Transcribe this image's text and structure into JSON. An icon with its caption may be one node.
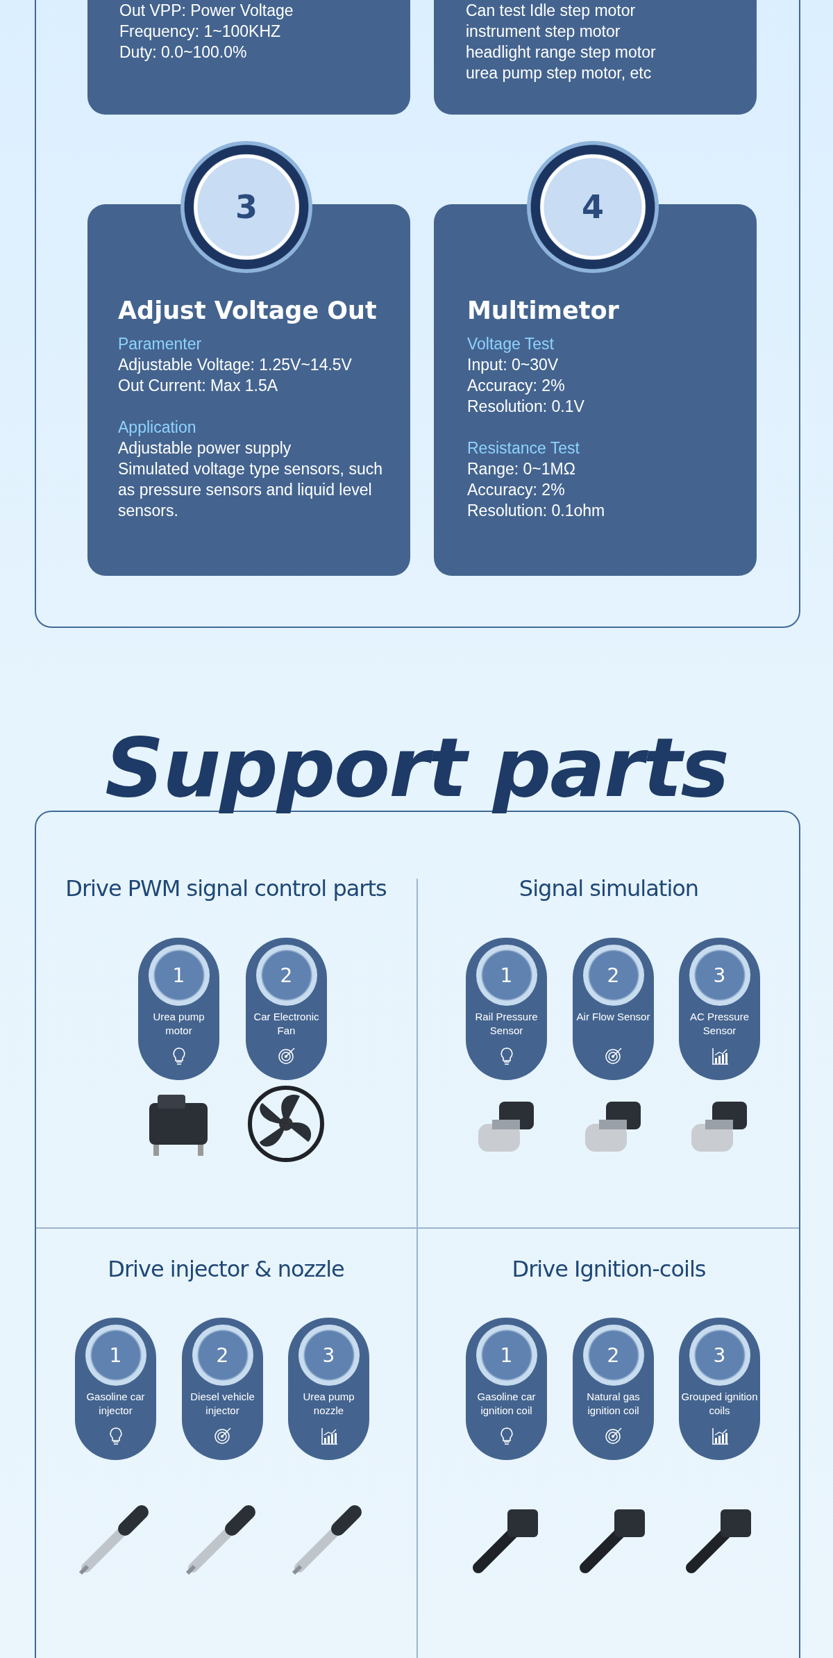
{
  "diagram": {
    "title": "Support parts",
    "nodes": [
      {
        "text": [],
        "shape": "box"
      },
      {
        "text": [
          "Out VPP:  Power Voltage",
          "Frequency: 1~100KHZ",
          "Duty: 0.0~100.0%"
        ],
        "in": 0
      },
      {
        "text": [
          "Can test Idle step motor",
          "instrument step motor",
          "headlight range step motor",
          "urea pump step motor, etc"
        ],
        "in": 0
      },
      {
        "text": [
          "Adjust Voltage Out",
          "Paramenter",
          "Adjustable Voltage:  1.25V~14.5V",
          "Out Current: Max 1.5A",
          "Application",
          "Adjustable power supply",
          "Simulated voltage type sensors, such as pressure sensors and liquid level sensors."
        ],
        "in": 0
      },
      {
        "text": [
          "3"
        ],
        "in": 0
      },
      {
        "text": [
          "Multimetor",
          "Voltage Test",
          "Input: 0~30V",
          "Accuracy: 2%",
          "Resolution: 0.1V",
          "Resistance Test",
          "Range: 0~1MΩ",
          "Accuracy: 2%",
          "Resolution: 0.1ohm"
        ],
        "in": 0
      },
      {
        "text": [
          "4"
        ],
        "in": 0
      },
      {
        "text": [],
        "shape": "box"
      },
      {
        "text": [
          "Drive PWM signal control parts"
        ],
        "in": 7
      },
      {
        "text": [
          "1",
          "Urea pump motor"
        ],
        "in": 8
      },
      {
        "text": [
          "2",
          "Car Electronic Fan"
        ],
        "in": 8
      },
      {
        "text": [
          "Signal simulation"
        ],
        "in": 7
      },
      {
        "text": [
          "1",
          "Rail Pressure Sensor"
        ],
        "in": 11
      },
      {
        "text": [
          "2",
          "Air Flow Sensor"
        ],
        "in": 11
      },
      {
        "text": [
          "3",
          "AC Pressure Sensor"
        ],
        "in": 11
      },
      {
        "text": [
          "Drive injector & nozzle"
        ],
        "in": 7
      },
      {
        "text": [
          "1",
          "Gasoline car injector"
        ],
        "in": 15
      },
      {
        "text": [
          "2",
          "Diesel vehicle injector"
        ],
        "in": 15
      },
      {
        "text": [
          "3",
          "Urea pump nozzle"
        ],
        "in": 15
      },
      {
        "text": [
          "Drive Ignition-coils"
        ],
        "in": 7
      },
      {
        "text": [
          "1",
          "Gasoline car ignition coil"
        ],
        "in": 19
      },
      {
        "text": [
          "2",
          "Natural gas ignition coil"
        ],
        "in": 19
      },
      {
        "text": [
          "3",
          "Grouped ignition coils"
        ],
        "in": 19
      }
    ]
  }
}
